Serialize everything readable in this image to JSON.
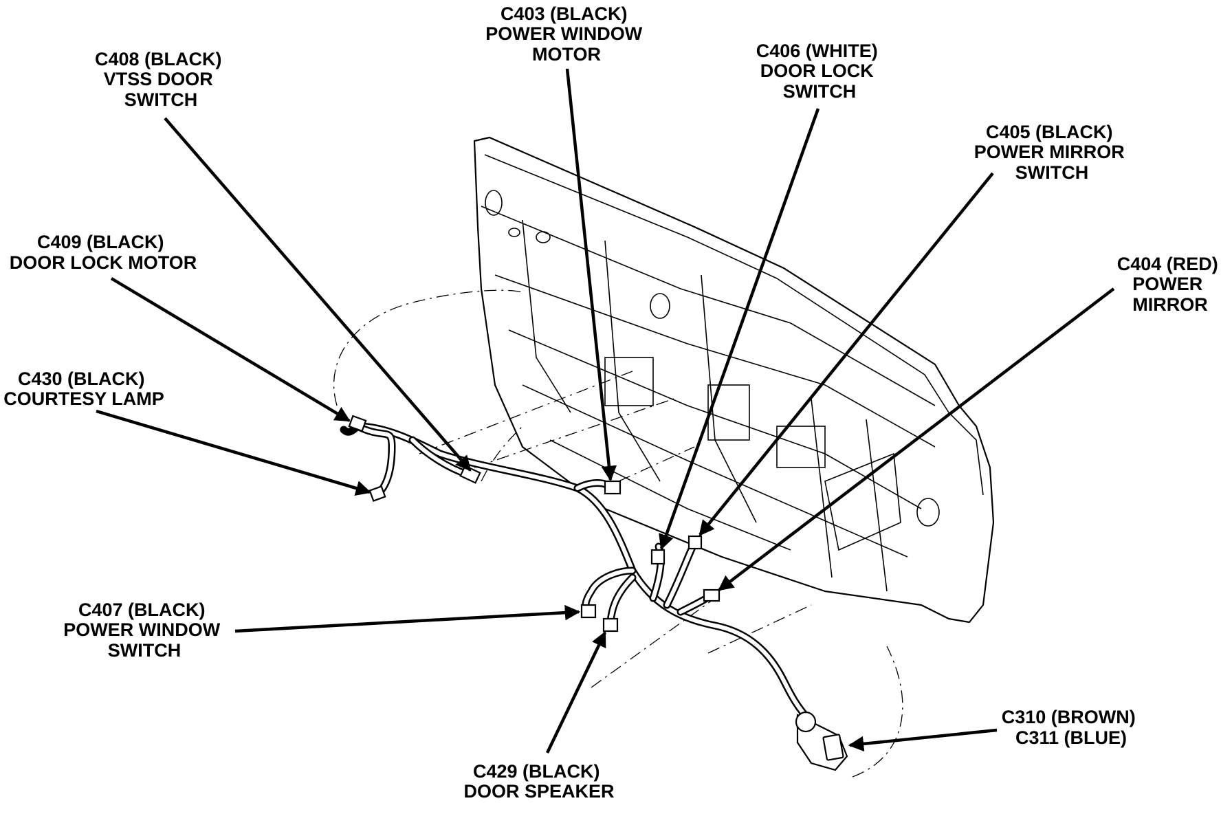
{
  "callouts": [
    {
      "id": "c408",
      "lines": [
        "C408 (BLACK)",
        "VTSS DOOR",
        "SWITCH"
      ]
    },
    {
      "id": "c403",
      "lines": [
        "C403 (BLACK)",
        "POWER WINDOW",
        "MOTOR"
      ]
    },
    {
      "id": "c406",
      "lines": [
        "C406 (WHITE)",
        "DOOR LOCK",
        "SWITCH"
      ]
    },
    {
      "id": "c405",
      "lines": [
        "C405 (BLACK)",
        "POWER MIRROR",
        "SWITCH"
      ]
    },
    {
      "id": "c409",
      "lines": [
        "C409 (BLACK)",
        "DOOR LOCK MOTOR"
      ]
    },
    {
      "id": "c404",
      "lines": [
        "C404 (RED)",
        "POWER",
        "MIRROR"
      ]
    },
    {
      "id": "c430",
      "lines": [
        "C430 (BLACK)",
        "COURTESY LAMP"
      ]
    },
    {
      "id": "c407",
      "lines": [
        "C407 (BLACK)",
        "POWER WINDOW",
        "SWITCH"
      ]
    },
    {
      "id": "c310",
      "lines": [
        "C310 (BROWN)",
        "C311 (BLUE)"
      ]
    },
    {
      "id": "c429",
      "lines": [
        "C429 (BLACK)",
        "DOOR SPEAKER"
      ]
    }
  ]
}
